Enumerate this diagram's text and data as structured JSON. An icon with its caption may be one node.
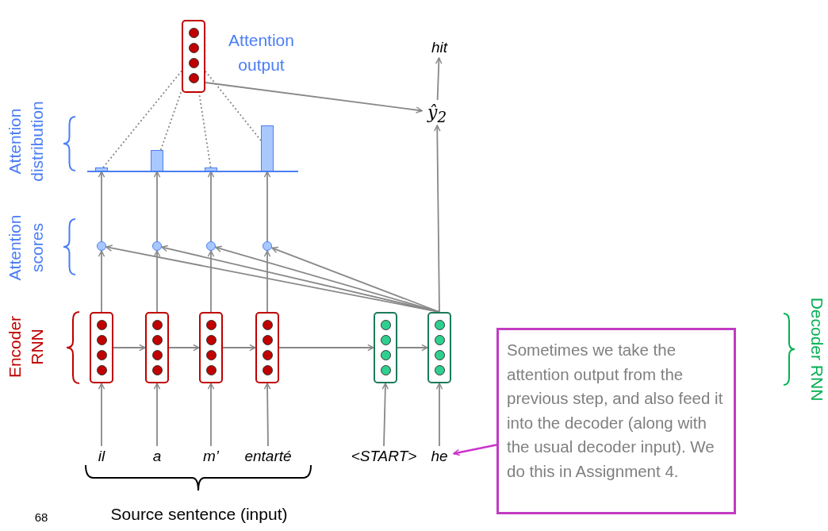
{
  "diagram": {
    "nodes": [
      {
        "text": [
          "Attention output"
        ]
      },
      {
        "text": [],
        "shape": "bar"
      },
      {
        "text": [],
        "shape": "bar"
      },
      {
        "text": [],
        "shape": "bar"
      },
      {
        "text": [],
        "shape": "bar"
      },
      {
        "text": [],
        "shape": "circle"
      },
      {
        "text": [],
        "shape": "circle"
      },
      {
        "text": [],
        "shape": "circle"
      },
      {
        "text": [],
        "shape": "circle"
      },
      {
        "text": [],
        "shape": "box"
      },
      {
        "text": [],
        "shape": "box"
      },
      {
        "text": [],
        "shape": "box"
      },
      {
        "text": [],
        "shape": "box"
      },
      {
        "text": [],
        "shape": "box"
      },
      {
        "text": [],
        "shape": "box"
      },
      {
        "text": [
          "ŷ$_{2}$"
        ]
      },
      {
        "text": [
          "hit"
        ]
      },
      {
        "text": [
          "il"
        ]
      },
      {
        "text": [
          "a"
        ]
      },
      {
        "text": [
          "m’"
        ]
      },
      {
        "text": [
          "entarté"
        ]
      },
      {
        "text": [
          "<START>"
        ]
      },
      {
        "text": [
          "he"
        ]
      },
      {
        "text": [
          "Sometimes we take the attention output from the previous step, and also feed it into the decoder (along with the usual decoder input). We do this in Assignment 4."
        ]
      }
    ],
    "edges": [
      {
        "from": 0,
        "to": 15,
        "arrow": "to"
      },
      {
        "from": 1,
        "to": 0,
        "arrow": "none",
        "style": "dashed"
      },
      {
        "from": 2,
        "to": 0,
        "arrow": "none",
        "style": "dashed"
      },
      {
        "from": 3,
        "to": 0,
        "arrow": "none",
        "style": "dashed"
      },
      {
        "from": 4,
        "to": 0,
        "arrow": "none",
        "style": "dashed"
      },
      {
        "from": 5,
        "to": 1,
        "arrow": "to"
      },
      {
        "from": 6,
        "to": 2,
        "arrow": "to"
      },
      {
        "from": 7,
        "to": 3,
        "arrow": "to"
      },
      {
        "from": 8,
        "to": 4,
        "arrow": "to"
      },
      {
        "from": 9,
        "to": 5,
        "arrow": "to"
      },
      {
        "from": 10,
        "to": 6,
        "arrow": "to"
      },
      {
        "from": 11,
        "to": 7,
        "arrow": "to"
      },
      {
        "from": 12,
        "to": 8,
        "arrow": "to"
      },
      {
        "from": 14,
        "to": 5,
        "arrow": "to"
      },
      {
        "from": 14,
        "to": 6,
        "arrow": "to"
      },
      {
        "from": 14,
        "to": 7,
        "arrow": "to"
      },
      {
        "from": 14,
        "to": 8,
        "arrow": "to"
      },
      {
        "from": 9,
        "to": 10,
        "arrow": "to"
      },
      {
        "from": 10,
        "to": 11,
        "arrow": "to"
      },
      {
        "from": 11,
        "to": 12,
        "arrow": "to"
      },
      {
        "from": 12,
        "to": 13,
        "arrow": "to"
      },
      {
        "from": 13,
        "to": 14,
        "arrow": "to"
      },
      {
        "from": 17,
        "to": 9,
        "arrow": "to"
      },
      {
        "from": 18,
        "to": 10,
        "arrow": "to"
      },
      {
        "from": 19,
        "to": 11,
        "arrow": "to"
      },
      {
        "from": 20,
        "to": 12,
        "arrow": "to"
      },
      {
        "from": 21,
        "to": 13,
        "arrow": "to"
      },
      {
        "from": 22,
        "to": 14,
        "arrow": "to"
      },
      {
        "from": 14,
        "to": 15,
        "arrow": "to"
      },
      {
        "from": 15,
        "to": 16,
        "arrow": "to"
      },
      {
        "from": 23,
        "to": 22,
        "arrow": "to",
        "color": "#cc33cc"
      }
    ],
    "labels": [
      "Attention distribution",
      "Attention scores",
      "Encoder RNN",
      "Decoder RNN",
      "Source sentence (input)",
      "68"
    ]
  }
}
